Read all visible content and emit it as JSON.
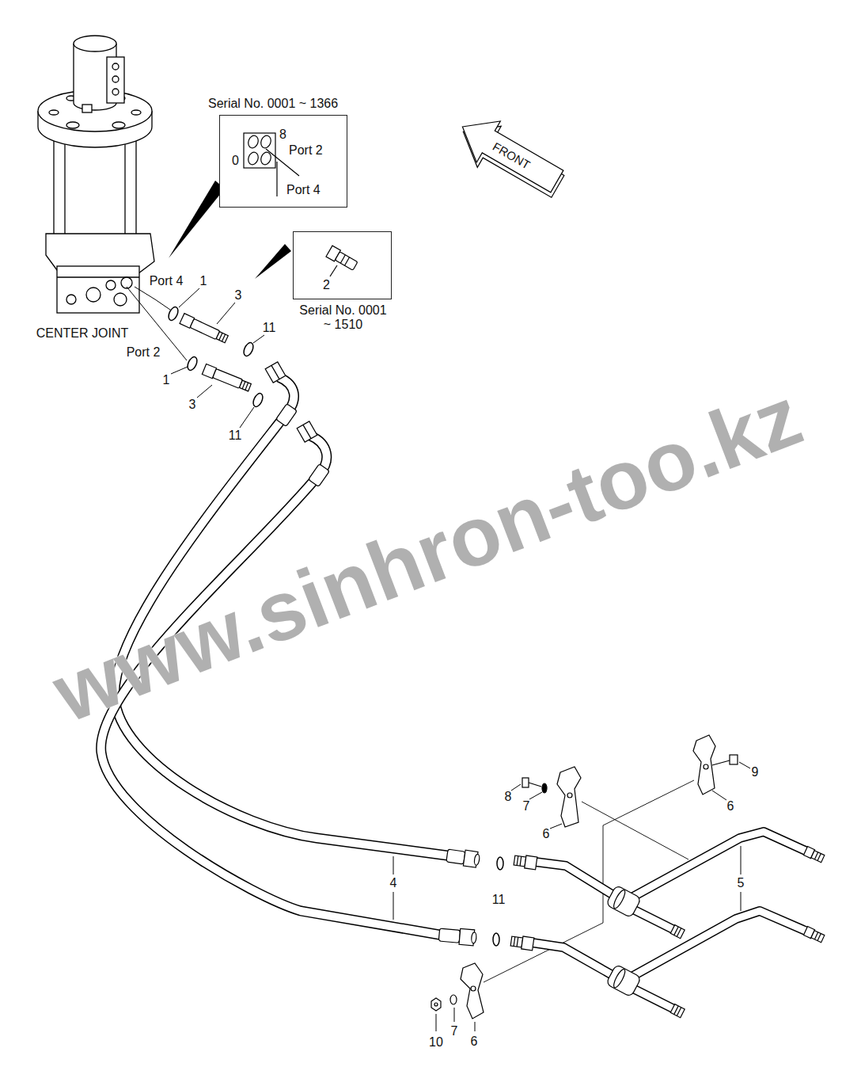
{
  "diagram": {
    "nodes": [
      {
        "text": [
          "Serial No. 0001 ~ 1366",
          "8",
          "Port 2",
          "0",
          "Port 4"
        ]
      },
      {
        "text": [
          "FRONT"
        ]
      },
      {
        "text": [
          "2",
          "Serial No. 0001 ~ 1510"
        ]
      }
    ],
    "labels": [
      "Port 4",
      "1",
      "3",
      "11",
      "CENTER JOINT",
      "Port 2",
      "1",
      "3",
      "11",
      "4",
      "11",
      "5",
      "8",
      "7",
      "6",
      "9",
      "6",
      "10",
      "7",
      "6",
      "www.sinhron-too.kz"
    ]
  }
}
